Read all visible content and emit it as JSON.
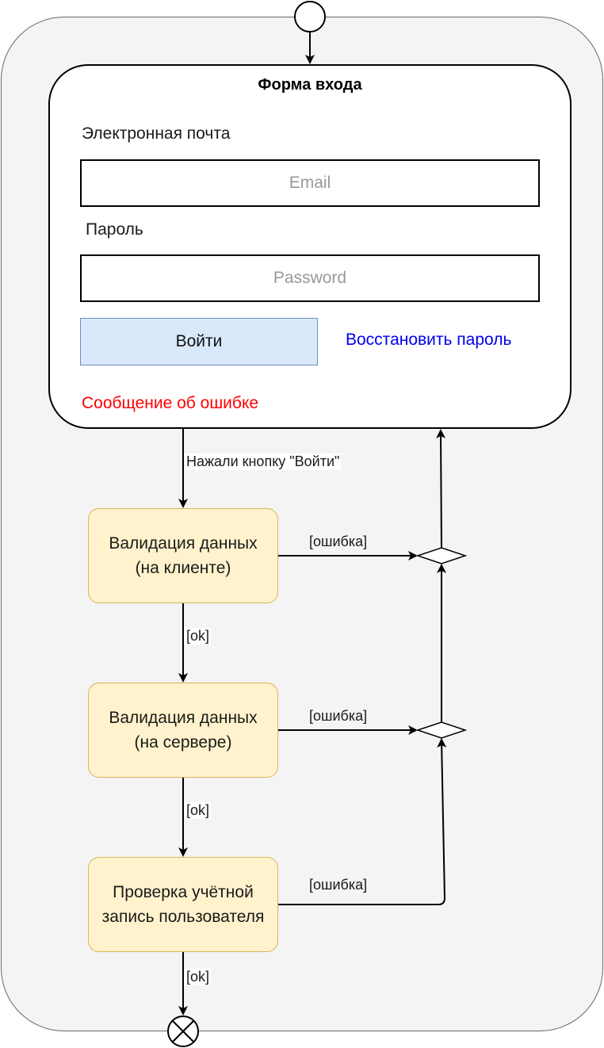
{
  "form": {
    "title": "Форма входа",
    "email_label": "Электронная почта",
    "email_placeholder": "Email",
    "password_label": "Пароль",
    "password_placeholder": "Password",
    "login_button": "Войти",
    "restore_link": "Восстановить пароль",
    "error_message": "Сообщение об ошибке"
  },
  "edges": {
    "pressed_login": "Нажали кнопку \"Войти\"",
    "ok": "[ok]",
    "error": "[ошибка]"
  },
  "steps": [
    {
      "label": "Валидация данных\n(на клиенте)"
    },
    {
      "label": "Валидация данных\n(на сервере)"
    },
    {
      "label": "Проверка учётной\nзапись пользователя"
    }
  ],
  "colors": {
    "container_fill": "#f4f4f4",
    "step_fill": "#fff2cc",
    "step_border": "#d6b656",
    "button_fill": "#dae8fc",
    "button_border": "#6c8ebf",
    "link": "#0000ee",
    "error": "#ff0000"
  }
}
